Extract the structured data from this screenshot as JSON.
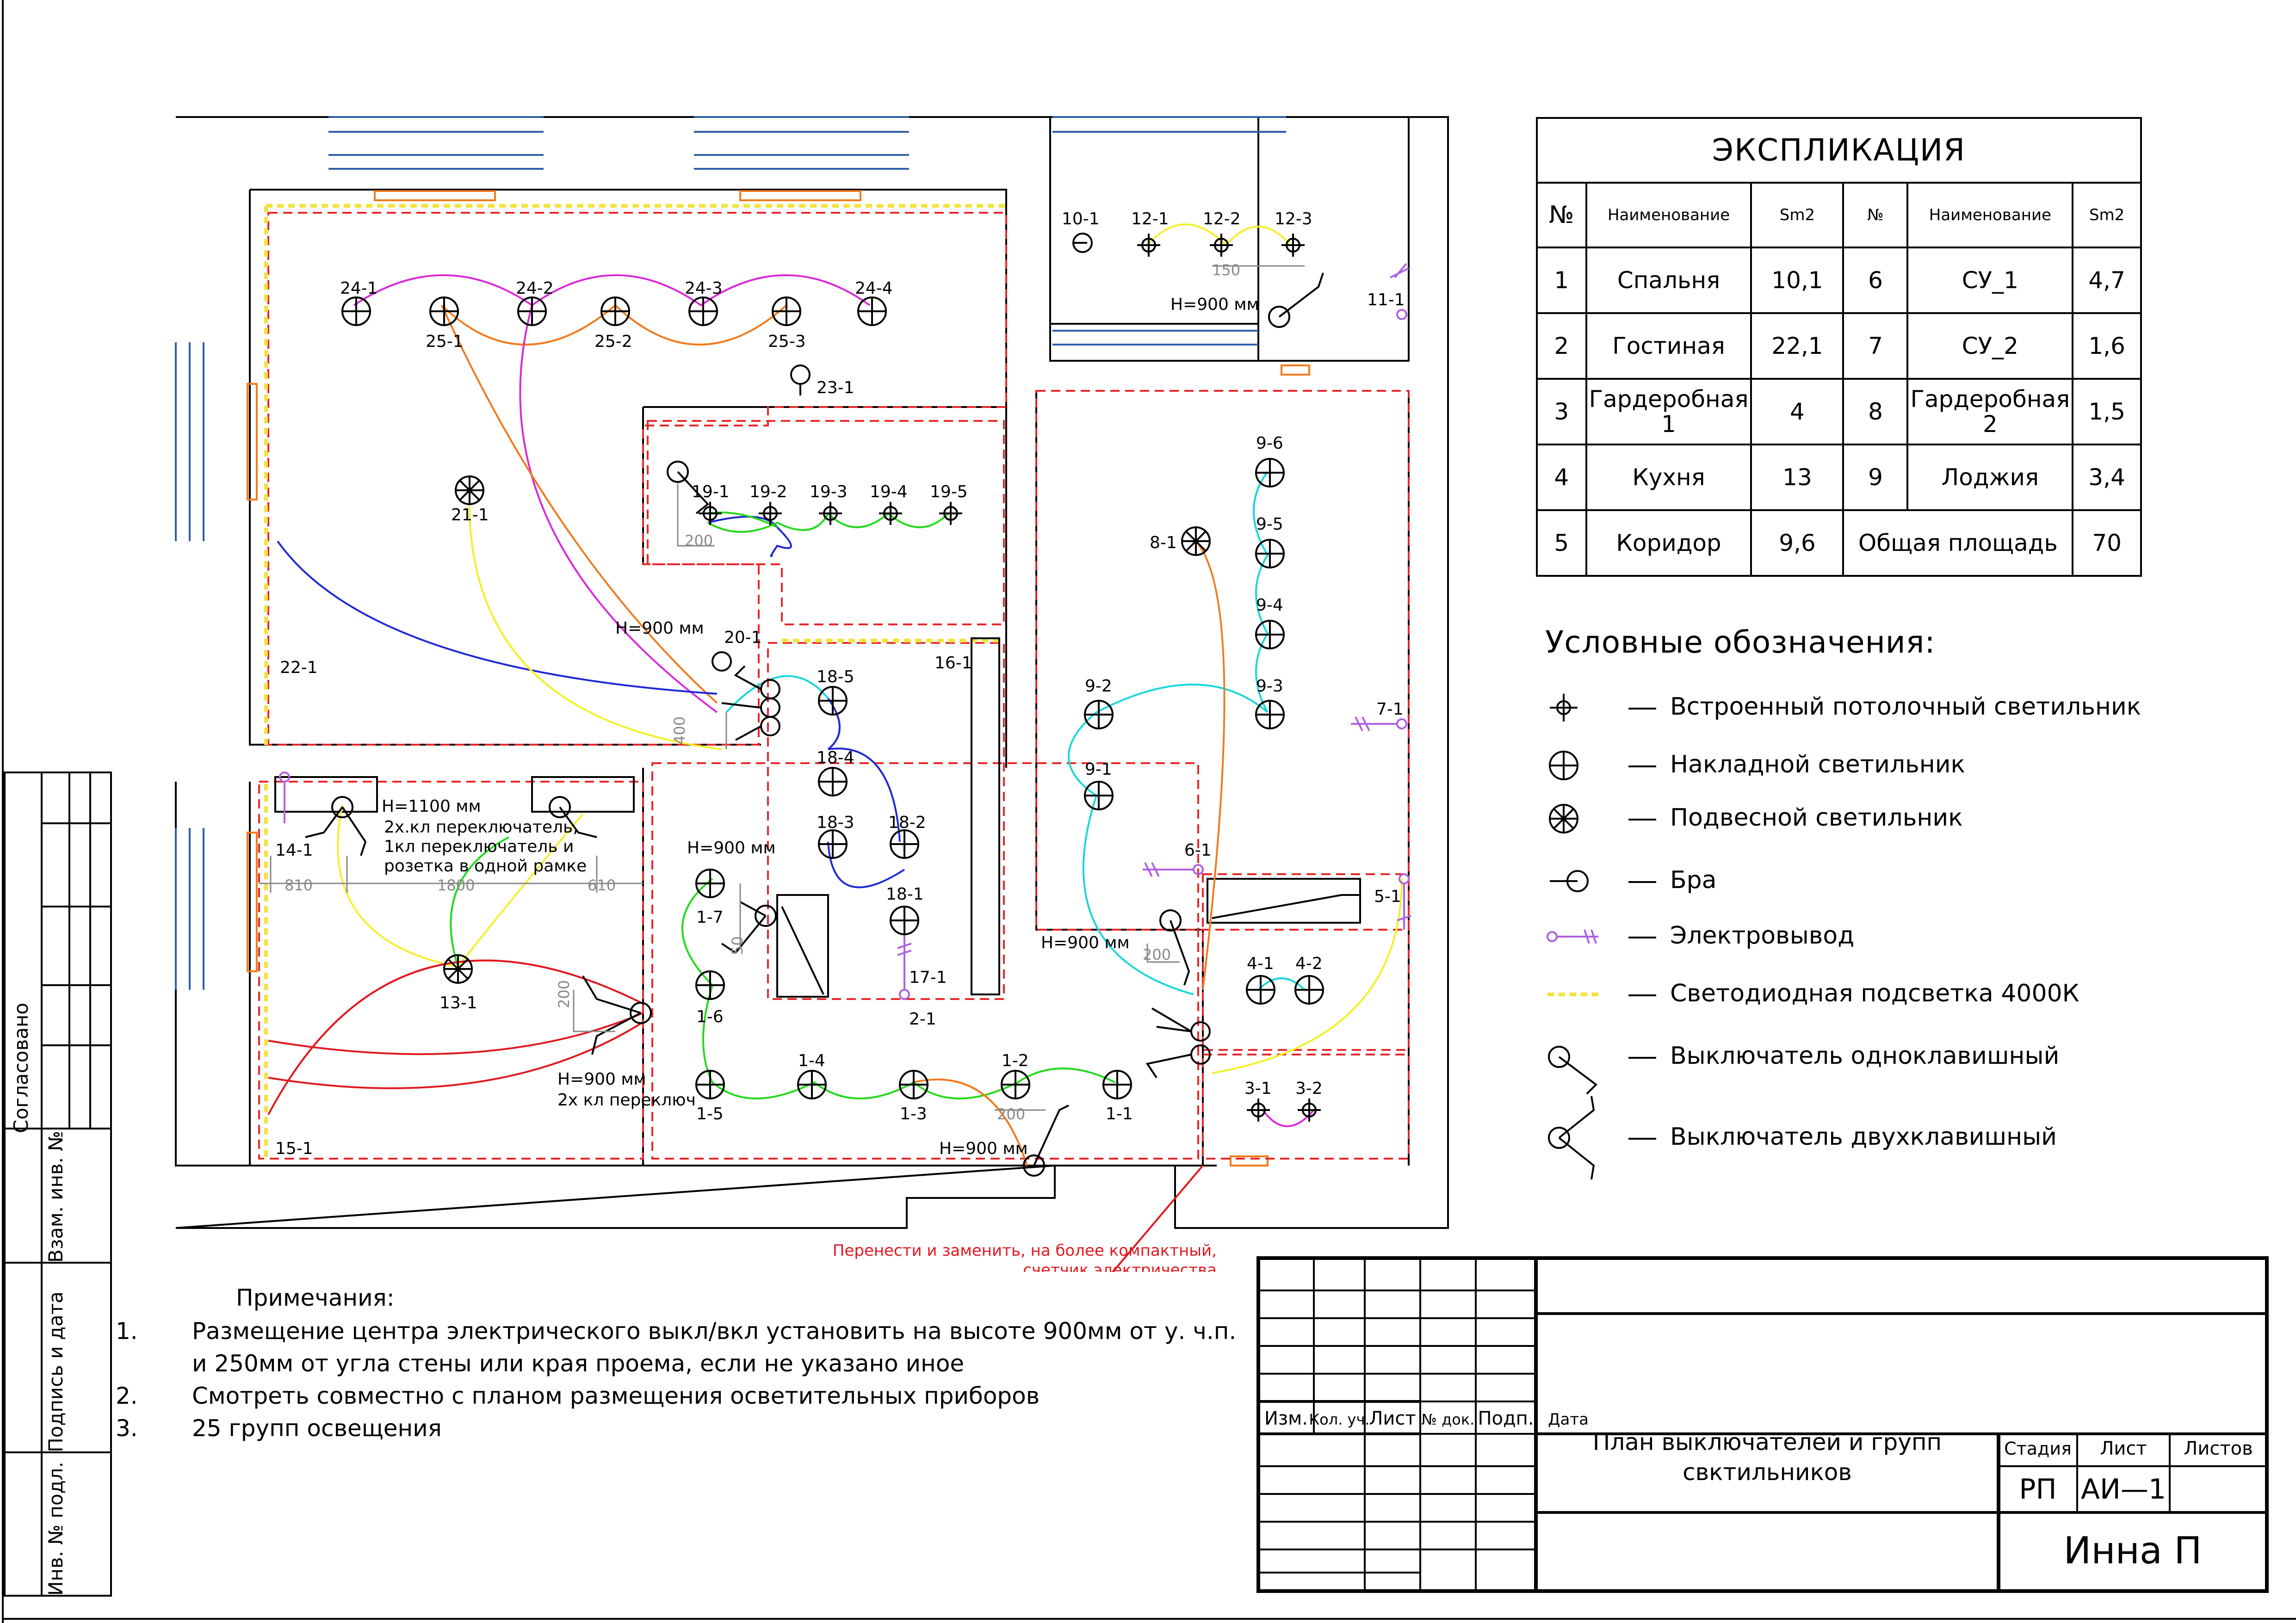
{
  "explication": {
    "title": "ЭКСПЛИКАЦИЯ",
    "headers": [
      "№",
      "Наименование",
      "Sm2",
      "№",
      "Наименование",
      "Sm2"
    ],
    "rows": [
      [
        "1",
        "Спальня",
        "10,1",
        "6",
        "СУ_1",
        "4,7"
      ],
      [
        "2",
        "Гостиная",
        "22,1",
        "7",
        "СУ_2",
        "1,6"
      ],
      [
        "3",
        "Гардеробная 1",
        "4",
        "8",
        "Гардеробная 2",
        "1,5"
      ],
      [
        "4",
        "Кухня",
        "13",
        "9",
        "Лоджия",
        "3,4"
      ]
    ],
    "last_row": [
      "5",
      "Коридор",
      "9,6",
      "Общая площадь",
      "70"
    ]
  },
  "legend": {
    "title": "Условные обозначения:",
    "items": [
      {
        "icon": "recessed-light-icon",
        "label": "Встроенный потолочный светильник"
      },
      {
        "icon": "surface-light-icon",
        "label": "Накладной светильник"
      },
      {
        "icon": "pendant-light-icon",
        "label": "Подвесной светильник"
      },
      {
        "icon": "wall-sconce-icon",
        "label": "Бра"
      },
      {
        "icon": "wire-outlet-icon",
        "label": "Электровывод"
      },
      {
        "icon": "led-strip-icon",
        "label": "Светодиодная подсветка 4000К"
      },
      {
        "icon": "single-switch-icon",
        "label": "Выключатель одноклавишный"
      },
      {
        "icon": "double-switch-icon",
        "label": "Выключатель двухклавишный"
      }
    ]
  },
  "notes": {
    "title": "Примечания:",
    "items": [
      {
        "num": "1.",
        "lines": [
          "Размещение центра электрического выкл/вкл установить на высоте 900мм от у. ч.п.",
          "и 250мм от угла стены или края проема, если не указано иное"
        ]
      },
      {
        "num": "2.",
        "lines": [
          "Смотреть совместно с планом размещения осветительных приборов"
        ]
      },
      {
        "num": "3.",
        "lines": [
          "25 групп освещения"
        ]
      }
    ]
  },
  "plan": {
    "labels": {
      "l24_1": "24-1",
      "l24_2": "24-2",
      "l24_3": "24-3",
      "l24_4": "24-4",
      "l25_1": "25-1",
      "l25_2": "25-2",
      "l25_3": "25-3",
      "l23_1": "23-1",
      "l21_1": "21-1",
      "l22_1": "22-1",
      "l19_1": "19-1",
      "l19_2": "19-2",
      "l19_3": "19-3",
      "l19_4": "19-4",
      "l19_5": "19-5",
      "l20_1": "20-1",
      "l16_1": "16-1",
      "l18_1": "18-1",
      "l18_2": "18-2",
      "l18_3": "18-3",
      "l18_4": "18-4",
      "l18_5": "18-5",
      "l17_1": "17-1",
      "l2_1": "2-1",
      "l10_1": "10-1",
      "l12_1": "12-1",
      "l12_2": "12-2",
      "l12_3": "12-3",
      "l11_1": "11-1",
      "l9_1": "9-1",
      "l9_2": "9-2",
      "l9_3": "9-3",
      "l9_4": "9-4",
      "l9_5": "9-5",
      "l9_6": "9-6",
      "l8_1": "8-1",
      "l7_1": "7-1",
      "l6_1": "6-1",
      "l5_1": "5-1",
      "l4_1": "4-1",
      "l4_2": "4-2",
      "l3_1": "3-1",
      "l3_2": "3-2",
      "l14_1": "14-1",
      "l13_1": "13-1",
      "l15_1": "15-1",
      "l1_1": "1-1",
      "l1_2": "1-2",
      "l1_3": "1-3",
      "l1_4": "1-4",
      "l1_5": "1-5",
      "l1_6": "1-6",
      "l1_7": "1-7"
    },
    "heights": {
      "h900_bed": "Н=900 мм",
      "h900_corr": "Н=900 мм",
      "h900_bath": "Н=900 мм",
      "h900_bottom": "Н=900 мм",
      "h900_loggia": "Н=900 мм",
      "h900_kitchen": "Н=900 мм",
      "kitchen_switch": "2х кл переключ",
      "h1100": "Н=1100 мм",
      "h1100_a": "2х.кл переключатель,",
      "h1100_b": "1кл переключатель и",
      "h1100_c": "розетка в одной рамке"
    },
    "dims": {
      "d200a": "200",
      "d400": "400",
      "d810": "810",
      "d1800": "1800",
      "d610": "610",
      "d150": "150",
      "d50": "50",
      "d200b": "200",
      "d200c": "200",
      "d200d": "200"
    },
    "annotation_lines": [
      "Перенести и заменить, на более компактный,",
      "счетчик электричества"
    ]
  },
  "title_block": {
    "col_headers": [
      "Изм.",
      "Кол. уч.",
      "Лист",
      "№ док.",
      "Подп.",
      "Дата"
    ],
    "drawing_title_1": "План выключателей и групп",
    "drawing_title_2": "свктильников",
    "stage_label": "Стадия",
    "sheet_label": "Лист",
    "sheets_label": "Листов",
    "stage_value": "РП",
    "sheet_value": "АИ—1",
    "author": "Инна П"
  },
  "side_stamp": {
    "agreed": "Согласовано",
    "inv_replace": "Взам. инв. №",
    "sign_date": "Подпись и дата",
    "inv_orig": "Инв. № подл."
  },
  "colors": {
    "red_dash": "#e8262a",
    "led_strip": "#f3e33a",
    "magenta": "#d82ad8",
    "orange": "#f07a1c",
    "blue": "#1f27d6",
    "cyan": "#18d6dc",
    "green": "#22d91a",
    "yellow": "#f4f02a",
    "red": "#e0191f",
    "purple": "#b060e0",
    "window_blue": "#2d5ea6",
    "annotation_red": "#e0191f"
  }
}
